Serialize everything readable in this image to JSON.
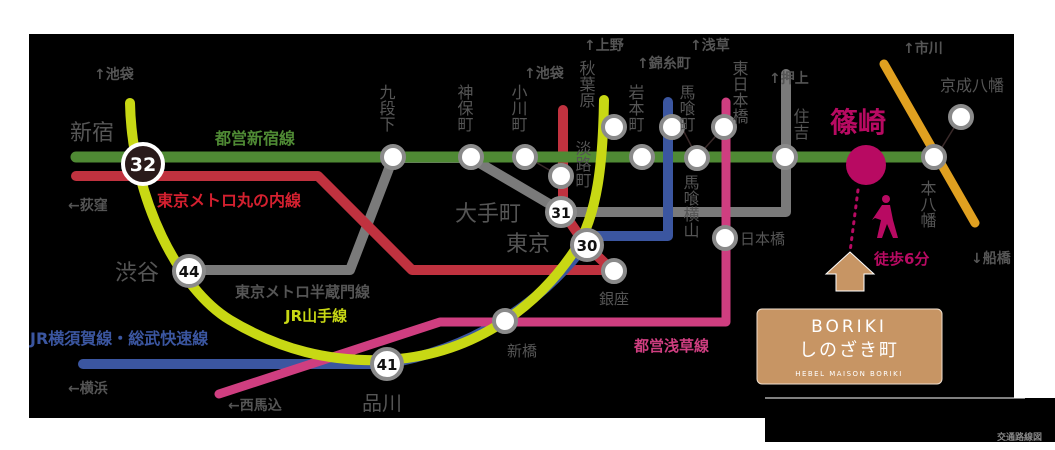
{
  "map": {
    "title_caption": "交通路線図",
    "colors": {
      "background": "#000000",
      "toei_shinjuku": "#4f8a34",
      "marunouchi": "#c0323f",
      "yamanote": "#c8d814",
      "hanzomon": "#7a7a7a",
      "yokosuka_sobu": "#3b56a0",
      "asakusa": "#cf3e80",
      "keisei": "#e0a020",
      "shinozaki": "#b80a62",
      "property": "#c79564",
      "label_gray": "#555555"
    },
    "lines": [
      {
        "id": "toei_shinjuku",
        "label": "都営新宿線"
      },
      {
        "id": "marunouchi",
        "label": "東京メトロ丸の内線"
      },
      {
        "id": "hanzomon",
        "label": "東京メトロ半蔵門線"
      },
      {
        "id": "yamanote",
        "label": "JR山手線"
      },
      {
        "id": "yokosuka_sobu",
        "label": "JR横須賀線・総武快速線"
      },
      {
        "id": "asakusa",
        "label": "都営浅草線"
      }
    ],
    "directions": {
      "ikebukuro_1": "↑池袋",
      "ogikubo": "←荻窪",
      "ikebukuro_2": "↑池袋",
      "ueno": "↑上野",
      "kinshicho": "↑錦糸町",
      "asakusa": "↑浅草",
      "oshiage": "↑押上",
      "ichikawa": "↑市川",
      "funabashi": "↓船橋",
      "yokohama": "←横浜",
      "nishimagome": "←西馬込"
    },
    "stations": {
      "shinjuku": "新宿",
      "shibuya": "渋谷",
      "kudanshita": "九段下",
      "jimbocho": "神保町",
      "ogawamachi": "小川町",
      "awajicho": "淡路町",
      "akihabara": "秋葉原",
      "iwamotocho": "岩本町",
      "bakurocho": "馬喰町",
      "bakuroyokoyama": "馬喰横山",
      "higashinihombashi": "東日本橋",
      "nihombashi": "日本橋",
      "sumiyoshi": "住吉",
      "shinozaki": "篠崎",
      "motoyawata": "本八幡",
      "keiseiyawata": "京成八幡",
      "otemachi": "大手町",
      "tokyo": "東京",
      "ginza": "銀座",
      "shimbashi": "新橋",
      "shinagawa": "品川"
    },
    "minutes": {
      "shinjuku": "32",
      "otemachi": "31",
      "tokyo": "30",
      "shibuya": "44",
      "shinagawa": "41"
    },
    "walk": "徒歩6分",
    "property": {
      "name_en": "BORIKI",
      "name_jp": "しのざき町",
      "brand": "HEBEL MAISON BORIKI"
    }
  }
}
